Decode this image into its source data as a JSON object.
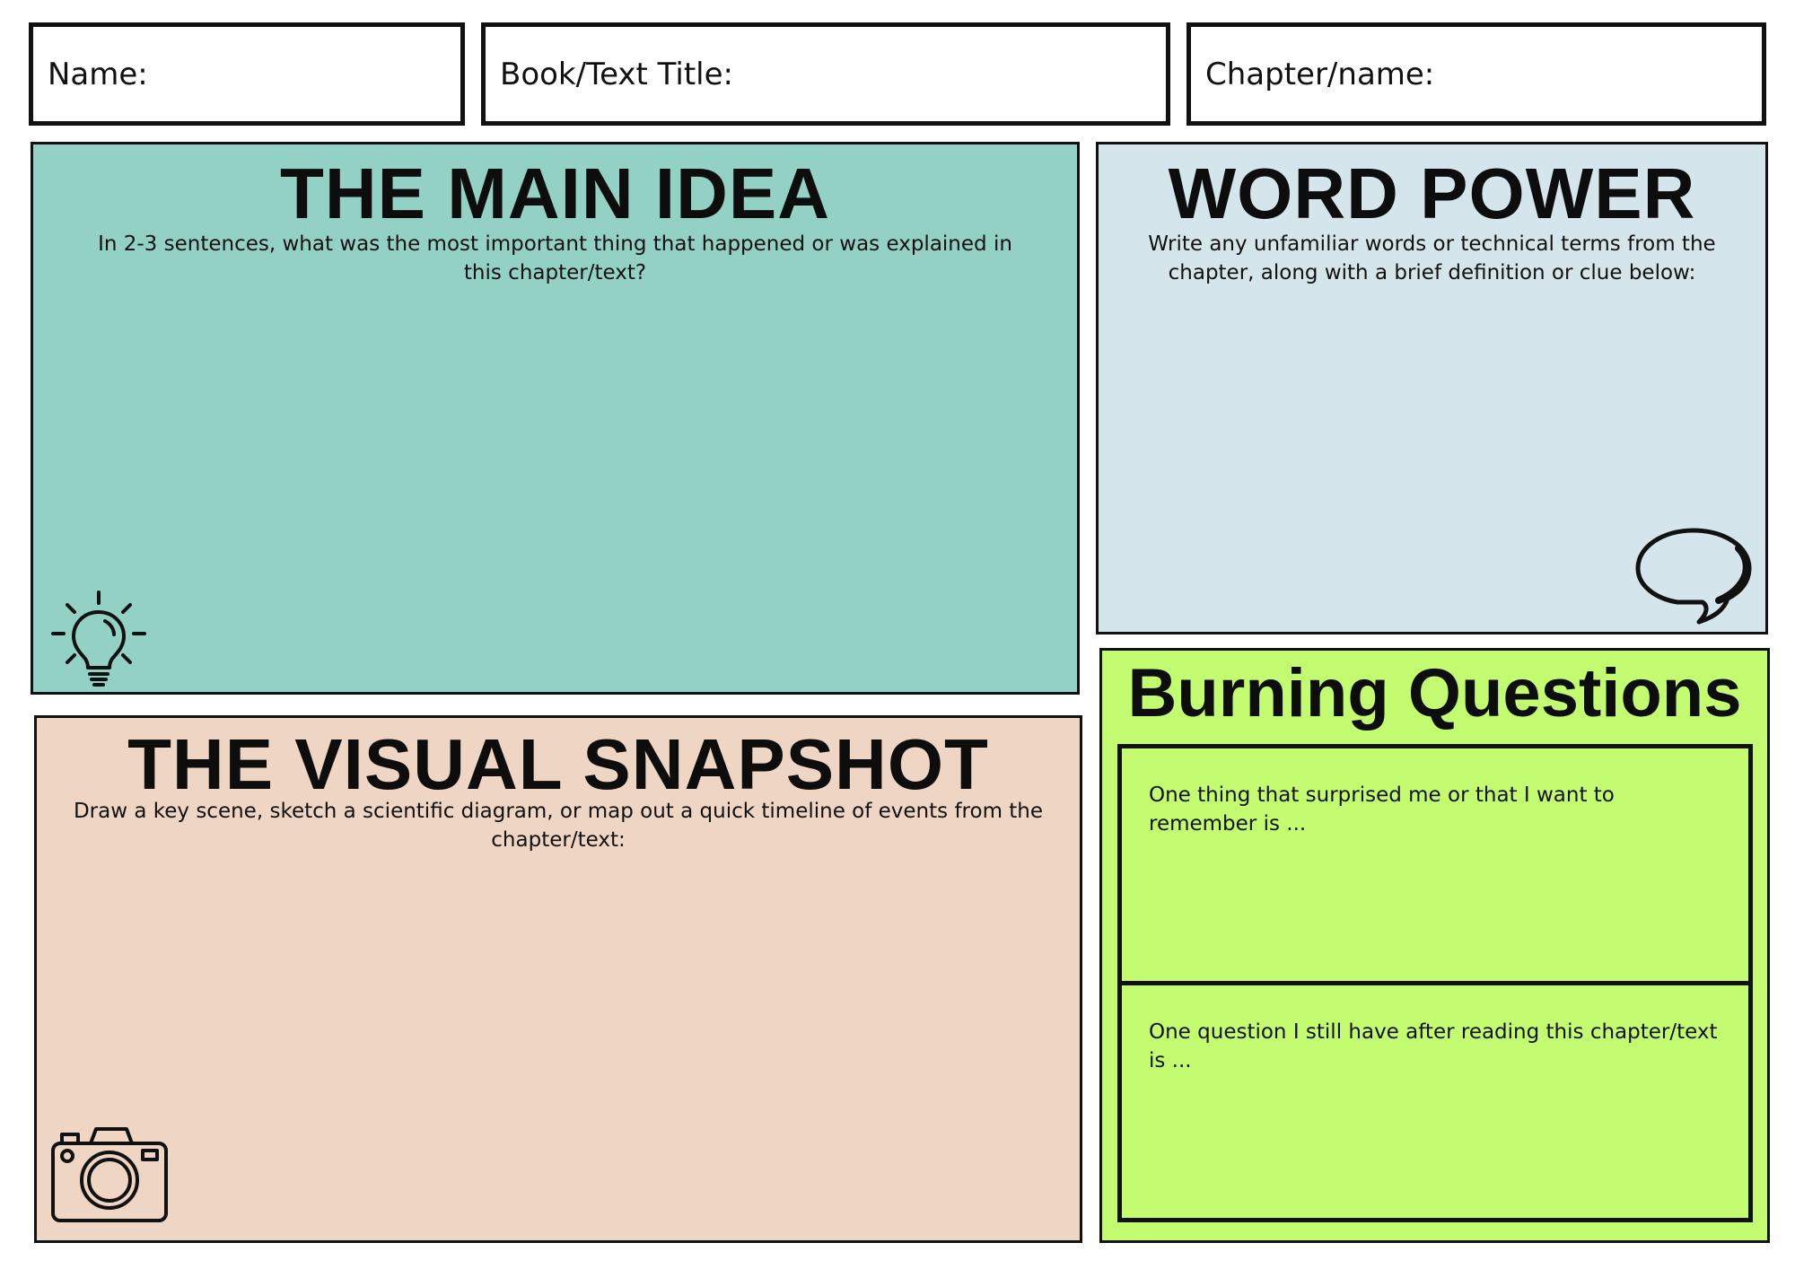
{
  "header": {
    "name_label": "Name:",
    "title_label": "Book/Text Title:",
    "chapter_label": "Chapter/name:"
  },
  "main_idea": {
    "title": "THE MAIN IDEA",
    "description": "In 2-3 sentences, what was the most important thing that happened or was explained in this chapter/text?",
    "color": "#93d1c4",
    "icon": "lightbulb-icon"
  },
  "word_power": {
    "title": "WORD POWER",
    "description": "Write any unfamiliar words or technical terms from the chapter, along with a brief definition or clue below:",
    "color": "#d4e6eb",
    "icon": "speech-bubble-icon"
  },
  "visual_snapshot": {
    "title": "THE VISUAL SNAPSHOT",
    "description": "Draw a key scene, sketch a scientific diagram, or map out a quick timeline of events from the chapter/text:",
    "color": "#efd5c4",
    "icon": "camera-icon"
  },
  "burning_questions": {
    "title": "Burning Questions",
    "color": "#c4fc71",
    "prompts": [
      "One thing that surprised me or that I want to remember is ...",
      "One question I still have after reading this chapter/text is ..."
    ]
  }
}
